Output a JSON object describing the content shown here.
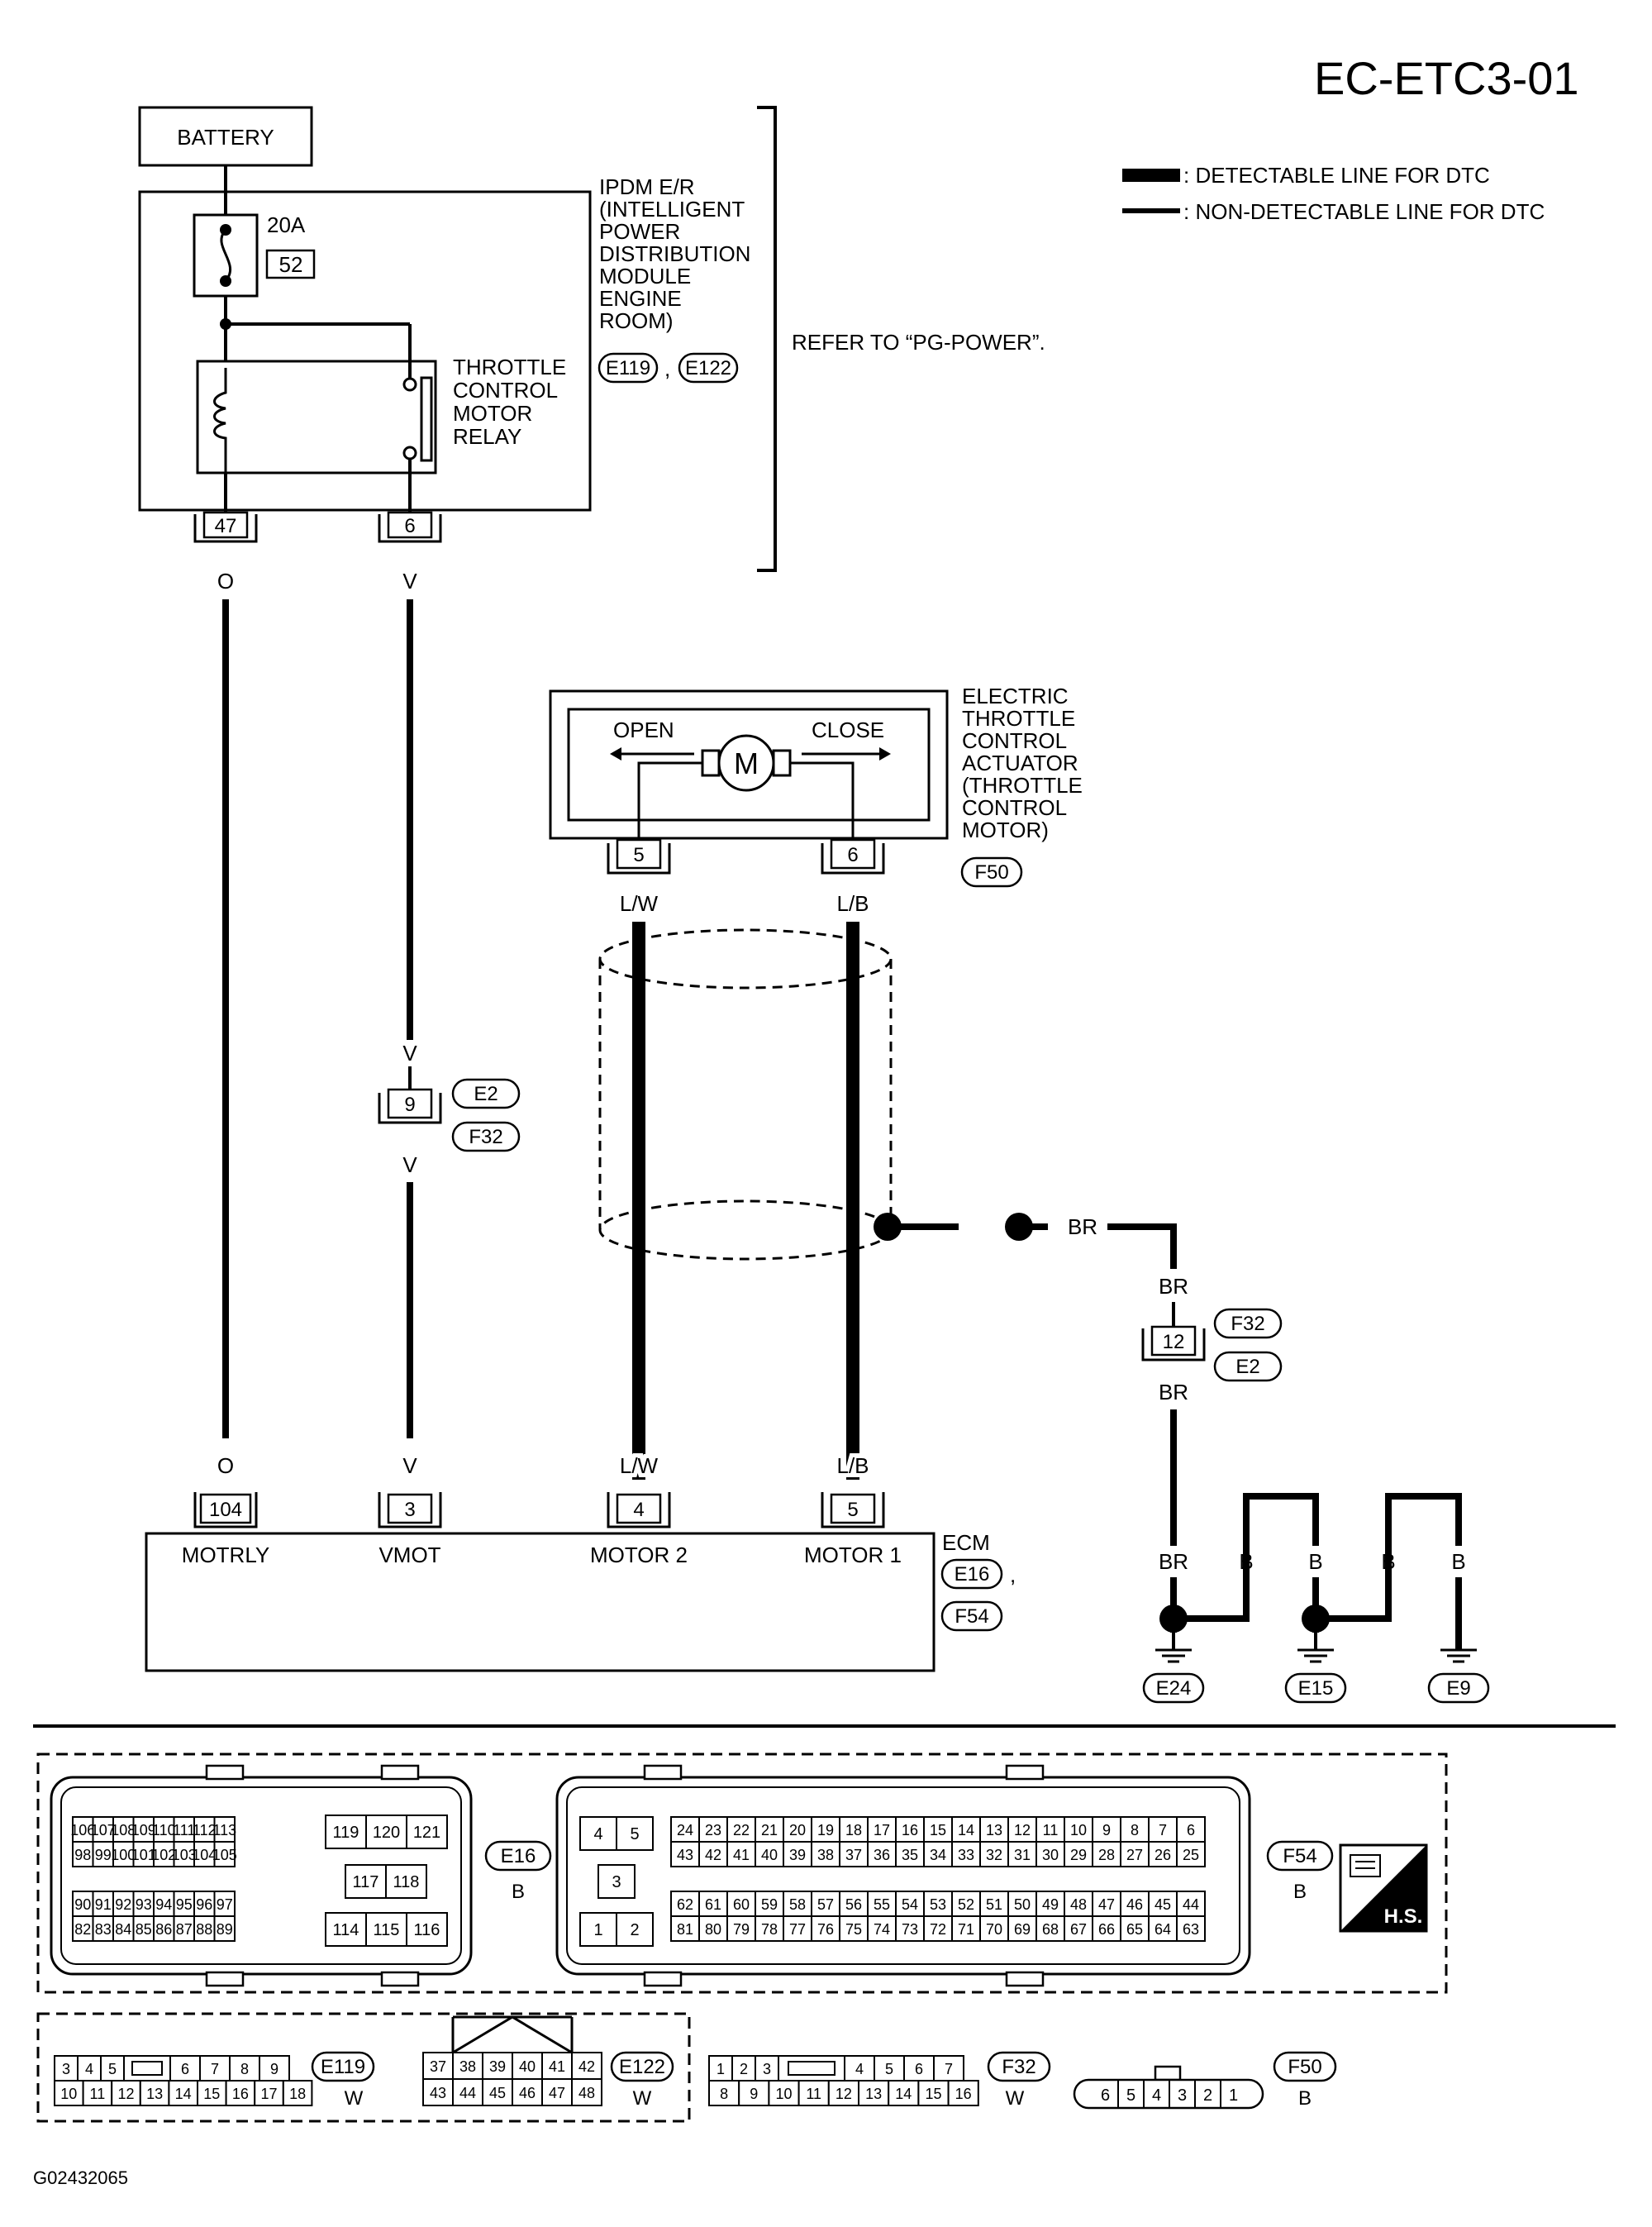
{
  "header": {
    "diagram_code": "EC-ETC3-01",
    "legend_detectable": ": DETECTABLE LINE FOR DTC",
    "legend_non_detectable": ": NON-DETECTABLE LINE FOR DTC",
    "figure_id": "G02432065"
  },
  "ipdm": {
    "battery": "BATTERY",
    "fuse_amp": "20A",
    "fuse_num": "52",
    "name_lines": [
      "IPDM E/R",
      "(INTELLIGENT",
      "POWER",
      "DISTRIBUTION",
      "MODULE",
      "ENGINE",
      "ROOM)"
    ],
    "connectors": [
      "E119",
      "E122"
    ],
    "comma": ",",
    "refer": "REFER TO “PG-POWER”.",
    "relay_lines": [
      "THROTTLE",
      "CONTROL",
      "MOTOR",
      "RELAY"
    ],
    "pins": [
      "47",
      "6"
    ]
  },
  "actuator": {
    "open": "OPEN",
    "close": "CLOSE",
    "motor": "M",
    "name_lines": [
      "ELECTRIC",
      "THROTTLE",
      "CONTROL",
      "ACTUATOR",
      "(THROTTLE",
      "CONTROL",
      "MOTOR)"
    ],
    "connector": "F50",
    "pins": [
      "5",
      "6"
    ]
  },
  "wires": {
    "o": "O",
    "v": "V",
    "lw": "L/W",
    "lb": "L/B",
    "br": "BR",
    "b": "B"
  },
  "joint_v": {
    "pin": "9",
    "connectors": [
      "E2",
      "F32"
    ]
  },
  "joint_br": {
    "pin": "12",
    "connectors": [
      "F32",
      "E2"
    ]
  },
  "ecm": {
    "label": "ECM",
    "connectors": [
      "E16",
      "F54"
    ],
    "comma": ",",
    "pins": [
      "104",
      "3",
      "4",
      "5"
    ],
    "terminals": [
      "MOTRLY",
      "VMOT",
      "MOTOR 2",
      "MOTOR 1"
    ]
  },
  "grounds": [
    "E24",
    "E15",
    "E9"
  ],
  "connector_views": {
    "e16": {
      "id": "E16",
      "color": "B",
      "row1": [
        "106",
        "107",
        "108",
        "109",
        "110",
        "111",
        "112",
        "113"
      ],
      "row2": [
        "98",
        "99",
        "100",
        "101",
        "102",
        "103",
        "104",
        "105"
      ],
      "row3": [
        "90",
        "91",
        "92",
        "93",
        "94",
        "95",
        "96",
        "97"
      ],
      "row4": [
        "82",
        "83",
        "84",
        "85",
        "86",
        "87",
        "88",
        "89"
      ],
      "mid_top": [
        "119",
        "120",
        "121"
      ],
      "mid_center": [
        "117",
        "118"
      ],
      "mid_bottom": [
        "114",
        "115",
        "116"
      ]
    },
    "f54": {
      "id": "F54",
      "color": "B",
      "left_top": [
        "4",
        "5"
      ],
      "left_center": "3",
      "left_bottom": [
        "1",
        "2"
      ],
      "row1": [
        "24",
        "23",
        "22",
        "21",
        "20",
        "19",
        "18",
        "17",
        "16",
        "15",
        "14",
        "13",
        "12",
        "11",
        "10",
        "9",
        "8",
        "7",
        "6"
      ],
      "row2": [
        "43",
        "42",
        "41",
        "40",
        "39",
        "38",
        "37",
        "36",
        "35",
        "34",
        "33",
        "32",
        "31",
        "30",
        "29",
        "28",
        "27",
        "26",
        "25"
      ],
      "row3": [
        "62",
        "61",
        "60",
        "59",
        "58",
        "57",
        "56",
        "55",
        "54",
        "53",
        "52",
        "51",
        "50",
        "49",
        "48",
        "47",
        "46",
        "45",
        "44"
      ],
      "row4": [
        "81",
        "80",
        "79",
        "78",
        "77",
        "76",
        "75",
        "74",
        "73",
        "72",
        "71",
        "70",
        "69",
        "68",
        "67",
        "66",
        "65",
        "64",
        "63"
      ]
    },
    "hs_badge": "H.S.",
    "e119": {
      "id": "E119",
      "color": "W",
      "row1_left": [
        "3",
        "4",
        "5"
      ],
      "row1_right": [
        "6",
        "7",
        "8",
        "9"
      ],
      "row2": [
        "10",
        "11",
        "12",
        "13",
        "14",
        "15",
        "16",
        "17",
        "18"
      ]
    },
    "e122": {
      "id": "E122",
      "color": "W",
      "row1": [
        "37",
        "38",
        "39",
        "40",
        "41",
        "42"
      ],
      "row2": [
        "43",
        "44",
        "45",
        "46",
        "47",
        "48"
      ]
    },
    "f32": {
      "id": "F32",
      "color": "W",
      "row1_left": [
        "1",
        "2",
        "3"
      ],
      "row1_right": [
        "4",
        "5",
        "6",
        "7"
      ],
      "row2": [
        "8",
        "9",
        "10",
        "11",
        "12",
        "13",
        "14",
        "15",
        "16"
      ]
    },
    "f50": {
      "id": "F50",
      "color": "B",
      "row": [
        "6",
        "5",
        "4",
        "3",
        "2",
        "1"
      ]
    }
  }
}
